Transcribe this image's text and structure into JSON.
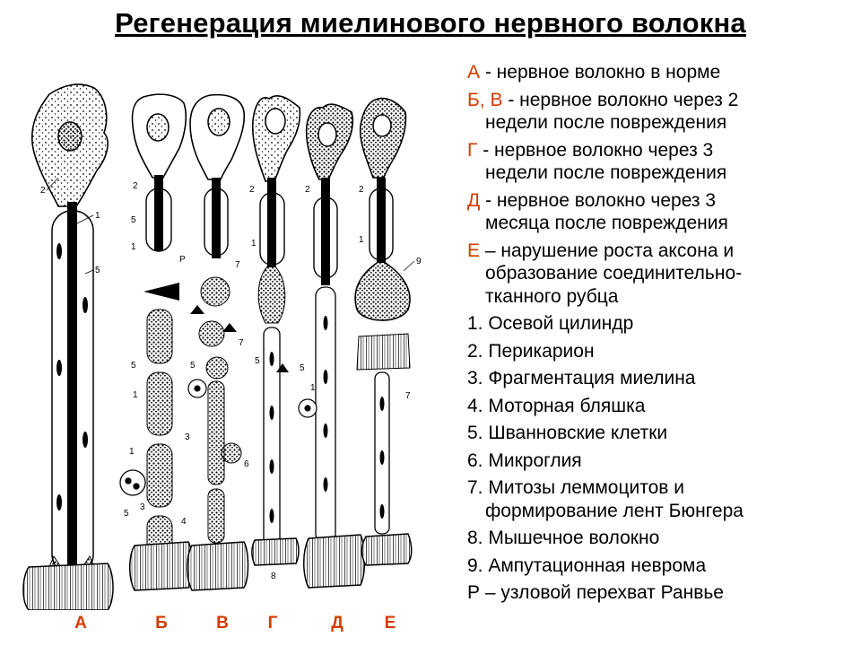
{
  "title": "Регенерация миелинового нервного волокна",
  "legend": [
    {
      "key": "А",
      "text": "- нервное волокно в норме",
      "cont": ""
    },
    {
      "key": "Б, В",
      "text": "- нервное волокно через 2",
      "cont": "недели после повреждения"
    },
    {
      "key": "Г",
      "text": "- нервное волокно через 3",
      "cont": "недели после повреждения"
    },
    {
      "key": "Д",
      "text": "- нервное волокно через 3",
      "cont": "месяца после повреждения"
    },
    {
      "key": "Е",
      "text": "– нарушение роста аксона и",
      "cont": "образование соединительно-",
      "cont2": "тканного рубца"
    },
    {
      "key": "",
      "text": "1. Осевой цилиндр",
      "cont": ""
    },
    {
      "key": "",
      "text": "2. Перикарион",
      "cont": ""
    },
    {
      "key": "",
      "text": "3. Фрагментация миелина",
      "cont": ""
    },
    {
      "key": "",
      "text": "4. Моторная бляшка",
      "cont": ""
    },
    {
      "key": "",
      "text": "5. Шванновские клетки",
      "cont": ""
    },
    {
      "key": "",
      "text": "6. Микроглия",
      "cont": ""
    },
    {
      "key": "",
      "text": "7. Митозы леммоцитов и",
      "cont": "формирование лент Бюнгера"
    },
    {
      "key": "",
      "text": "8. Мышечное волокно",
      "cont": ""
    },
    {
      "key": "",
      "text": "9. Ампутационная неврома",
      "cont": ""
    },
    {
      "key": "",
      "text": "Р – узловой перехват Ранвье",
      "cont": ""
    }
  ],
  "columns": [
    "А",
    "Б",
    "В",
    "Г",
    "Д",
    "Е"
  ],
  "figure_labels": {
    "n1": "1",
    "n2": "2",
    "n3": "3",
    "n4": "4",
    "n5": "5",
    "n6": "6",
    "n7": "7",
    "n8": "8",
    "n9": "9",
    "p": "Р"
  },
  "colors": {
    "accent": "#d63a00",
    "ink": "#000000"
  }
}
